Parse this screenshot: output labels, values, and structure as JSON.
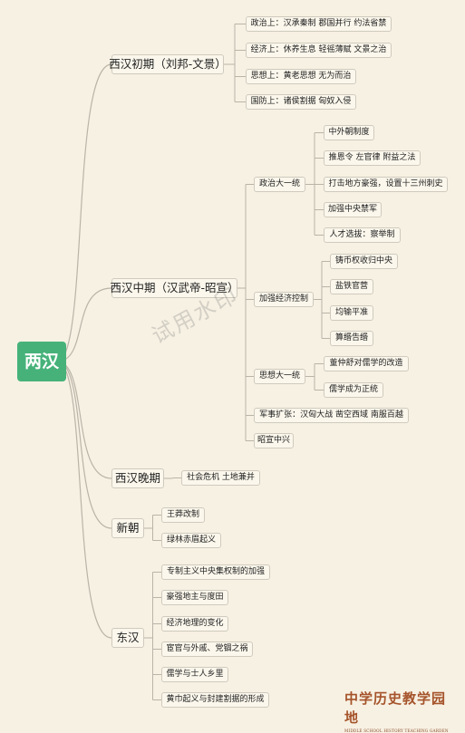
{
  "root": {
    "label": "两汉",
    "color": "#46b27a"
  },
  "branches": [
    {
      "label": "西汉初期（刘邦-文景）",
      "children": [
        {
          "label": "政治上：汉承秦制 郡国并行 约法省禁"
        },
        {
          "label": "经济上：休养生息 轻徭薄赋 文景之治"
        },
        {
          "label": "思想上：黄老思想 无为而治"
        },
        {
          "label": "国防上：诸侯割据 匈奴入侵"
        }
      ]
    },
    {
      "label": "西汉中期（汉武帝-昭宣）",
      "children": [
        {
          "label": "政治大一统",
          "children": [
            {
              "label": "中外朝制度"
            },
            {
              "label": "推恩令 左官律 附益之法"
            },
            {
              "label": "打击地方豪强，设置十三州刺史"
            },
            {
              "label": "加强中央禁军"
            },
            {
              "label": "人才选拔：察举制"
            }
          ]
        },
        {
          "label": "加强经济控制",
          "children": [
            {
              "label": "铸币权收归中央"
            },
            {
              "label": "盐铁官营"
            },
            {
              "label": "均输平准"
            },
            {
              "label": "算缗告缗"
            }
          ]
        },
        {
          "label": "思想大一统",
          "children": [
            {
              "label": "董仲舒对儒学的改造"
            },
            {
              "label": "儒学成为正统"
            }
          ]
        },
        {
          "label": "军事扩张：汉匈大战 凿空西域 南服百越"
        },
        {
          "label": "昭宣中兴"
        }
      ]
    },
    {
      "label": "西汉晚期",
      "children": [
        {
          "label": "社会危机 土地兼并"
        }
      ]
    },
    {
      "label": "新朝",
      "children": [
        {
          "label": "王莽改制"
        },
        {
          "label": "绿林赤眉起义"
        }
      ]
    },
    {
      "label": "东汉",
      "children": [
        {
          "label": "专制主义中央集权制的加强"
        },
        {
          "label": "豪强地主与度田"
        },
        {
          "label": "经济地理的变化"
        },
        {
          "label": "宦官与外戚、党锢之祸"
        },
        {
          "label": "儒学与士人乡里"
        },
        {
          "label": "黄巾起义与封建割据的形成"
        }
      ]
    }
  ],
  "watermark": "试用水印",
  "logo": {
    "title": "中学历史教学园地",
    "subtitle": "MIDDLE SCHOOL HISTORY TEACHING GARDEN"
  },
  "colors": {
    "background": "#f7f1e3",
    "line": "#b9b4a8"
  }
}
